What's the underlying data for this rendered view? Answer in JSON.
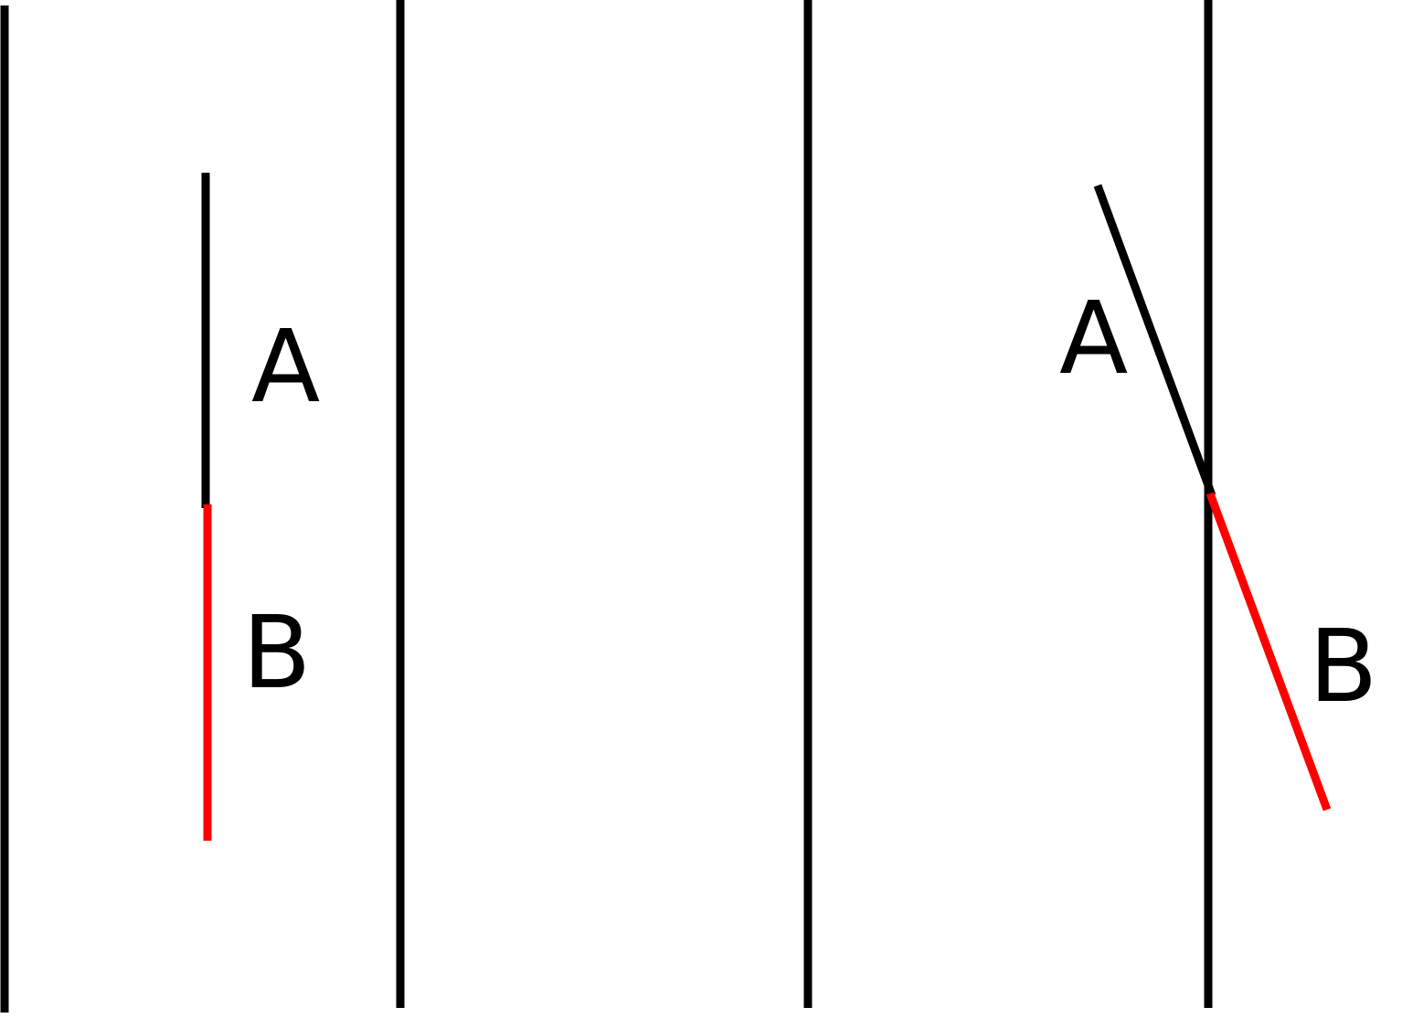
{
  "colors": {
    "background": "#ffffff",
    "line": "#000000",
    "segment_a": "#000000",
    "segment_b": "#ff0000",
    "text": "#000000"
  },
  "left_panel": {
    "label_a": "A",
    "label_b": "B"
  },
  "right_panel": {
    "label_a": "A",
    "label_b": "B"
  }
}
